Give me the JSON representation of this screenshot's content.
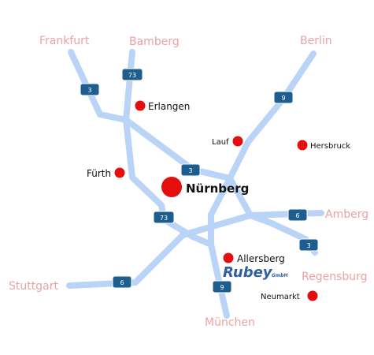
{
  "map": {
    "colors": {
      "road": "#b9d4f7",
      "shield": "#1d5e8e",
      "city_dot": "#e50e0e",
      "destination_text": "#eaa3a3",
      "brand": "#2f5f9f"
    },
    "destinations": {
      "frankfurt": "Frankfurt",
      "bamberg": "Bamberg",
      "berlin": "Berlin",
      "amberg": "Amberg",
      "regensburg": "Regensburg",
      "stuttgart": "Stuttgart",
      "muenchen": "München"
    },
    "cities": {
      "erlangen": "Erlangen",
      "lauf": "Lauf",
      "hersbruck": "Hersbruck",
      "fuerth": "Fürth",
      "nuernberg": "Nürnberg",
      "allersberg": "Allersberg",
      "neumarkt": "Neumarkt"
    },
    "highway_shields": {
      "a3_west": "3",
      "a73_north": "73",
      "a9_north": "9",
      "a3_center": "3",
      "a73_south": "73",
      "a6_east": "6",
      "a3_southeast": "3",
      "a6_west": "6",
      "a9_south": "9"
    },
    "brand": {
      "name": "Rubey",
      "suffix": "GmbH"
    }
  }
}
